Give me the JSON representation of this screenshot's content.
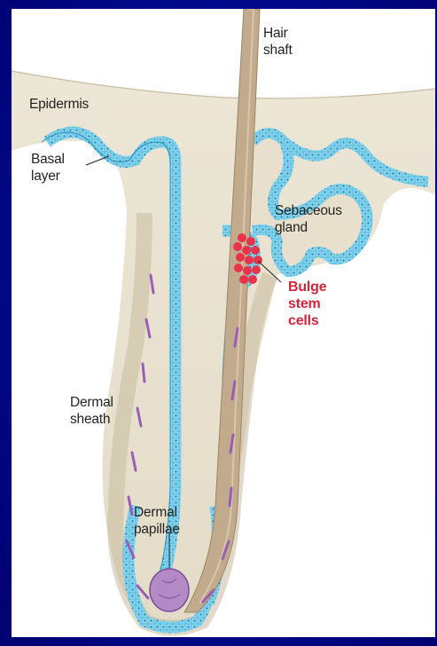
{
  "labels": {
    "hair_shaft": "Hair\nshaft",
    "epidermis": "Epidermis",
    "basal_layer": "Basal\nlayer",
    "sebaceous_gland": "Sebaceous\ngland",
    "bulge_stem_cells": "Bulge\nstem\ncells",
    "dermal_sheath": "Dermal\nsheath",
    "dermal_papillae": "Dermal\npapillae"
  },
  "colors": {
    "background": "#00008b",
    "tissue": "#e9e3d3",
    "epithelium": "#7fd3ee",
    "epithelium_outline": "#2a8fb8",
    "hair_shaft": "#c2aa8c",
    "stem_cells": "#e8344a",
    "dermal_sheath_cells": "#9a5fb5"
  }
}
